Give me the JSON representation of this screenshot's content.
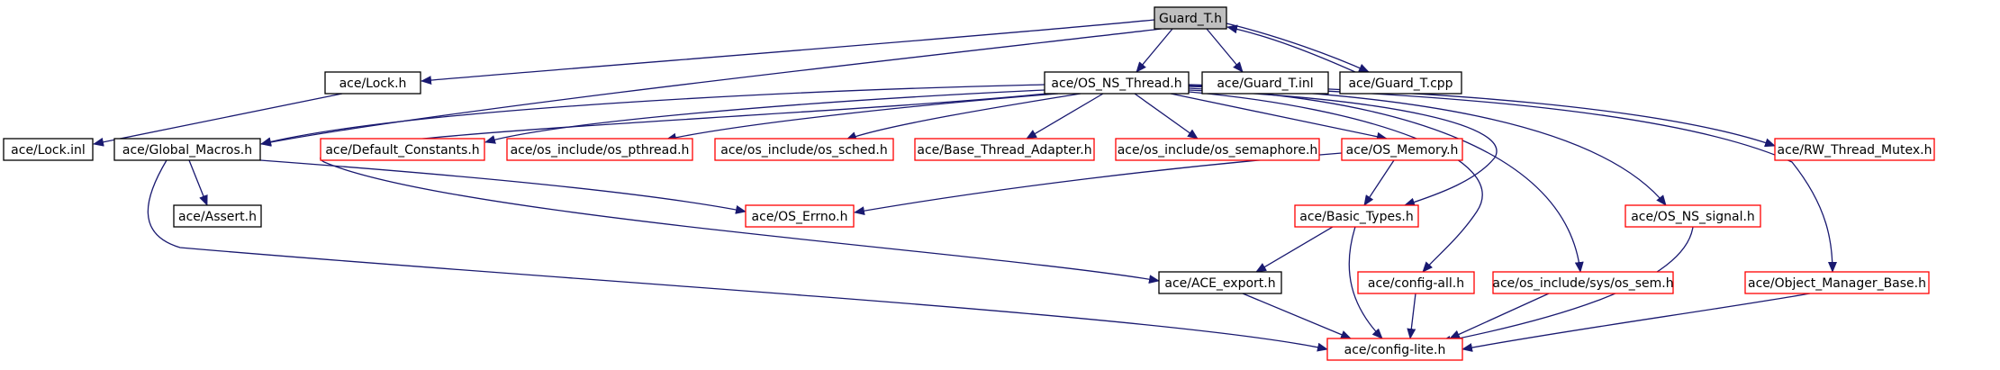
{
  "colors": {
    "edge": "#191970",
    "root_fill": "#bfbfbf",
    "root_border": "#000000",
    "normal_border": "#000000",
    "incomplete_border": "#ff0000",
    "node_fill": "#ffffff"
  },
  "nodes": [
    {
      "id": "guard_t_h",
      "label": "Guard_T.h",
      "style": "root"
    },
    {
      "id": "lock_h",
      "label": "ace/Lock.h",
      "style": "normal"
    },
    {
      "id": "os_ns_thread_h",
      "label": "ace/OS_NS_Thread.h",
      "style": "normal"
    },
    {
      "id": "guard_t_inl",
      "label": "ace/Guard_T.inl",
      "style": "normal"
    },
    {
      "id": "guard_t_cpp",
      "label": "ace/Guard_T.cpp",
      "style": "normal"
    },
    {
      "id": "lock_inl",
      "label": "ace/Lock.inl",
      "style": "normal"
    },
    {
      "id": "global_macros_h",
      "label": "ace/Global_Macros.h",
      "style": "normal"
    },
    {
      "id": "default_constants_h",
      "label": "ace/Default_Constants.h",
      "style": "incomplete"
    },
    {
      "id": "os_pthread_h",
      "label": "ace/os_include/os_pthread.h",
      "style": "incomplete"
    },
    {
      "id": "os_sched_h",
      "label": "ace/os_include/os_sched.h",
      "style": "incomplete"
    },
    {
      "id": "base_thread_adapter_h",
      "label": "ace/Base_Thread_Adapter.h",
      "style": "incomplete"
    },
    {
      "id": "os_semaphore_h",
      "label": "ace/os_include/os_semaphore.h",
      "style": "incomplete"
    },
    {
      "id": "os_memory_h",
      "label": "ace/OS_Memory.h",
      "style": "incomplete"
    },
    {
      "id": "rw_thread_mutex_h",
      "label": "ace/RW_Thread_Mutex.h",
      "style": "incomplete"
    },
    {
      "id": "assert_h",
      "label": "ace/Assert.h",
      "style": "normal"
    },
    {
      "id": "os_errno_h",
      "label": "ace/OS_Errno.h",
      "style": "incomplete"
    },
    {
      "id": "basic_types_h",
      "label": "ace/Basic_Types.h",
      "style": "incomplete"
    },
    {
      "id": "os_ns_signal_h",
      "label": "ace/OS_NS_signal.h",
      "style": "incomplete"
    },
    {
      "id": "ace_export_h",
      "label": "ace/ACE_export.h",
      "style": "normal"
    },
    {
      "id": "config_all_h",
      "label": "ace/config-all.h",
      "style": "incomplete"
    },
    {
      "id": "os_sem_h",
      "label": "ace/os_include/sys/os_sem.h",
      "style": "incomplete"
    },
    {
      "id": "object_manager_base_h",
      "label": "ace/Object_Manager_Base.h",
      "style": "incomplete"
    },
    {
      "id": "config_lite_h",
      "label": "ace/config-lite.h",
      "style": "incomplete"
    }
  ],
  "edges": [
    {
      "from": "guard_t_h",
      "to": "lock_h"
    },
    {
      "from": "guard_t_h",
      "to": "global_macros_h"
    },
    {
      "from": "guard_t_h",
      "to": "os_ns_thread_h"
    },
    {
      "from": "guard_t_h",
      "to": "guard_t_inl"
    },
    {
      "from": "guard_t_h",
      "to": "guard_t_cpp"
    },
    {
      "from": "guard_t_cpp",
      "to": "guard_t_h"
    },
    {
      "from": "lock_h",
      "to": "lock_inl"
    },
    {
      "from": "os_ns_thread_h",
      "to": "global_macros_h"
    },
    {
      "from": "os_ns_thread_h",
      "to": "default_constants_h"
    },
    {
      "from": "os_ns_thread_h",
      "to": "os_pthread_h"
    },
    {
      "from": "os_ns_thread_h",
      "to": "os_sched_h"
    },
    {
      "from": "os_ns_thread_h",
      "to": "base_thread_adapter_h"
    },
    {
      "from": "os_ns_thread_h",
      "to": "os_semaphore_h"
    },
    {
      "from": "os_ns_thread_h",
      "to": "os_memory_h"
    },
    {
      "from": "os_ns_thread_h",
      "to": "rw_thread_mutex_h"
    },
    {
      "from": "os_ns_thread_h",
      "to": "ace_export_h"
    },
    {
      "from": "os_ns_thread_h",
      "to": "basic_types_h"
    },
    {
      "from": "os_ns_thread_h",
      "to": "config_all_h"
    },
    {
      "from": "os_ns_thread_h",
      "to": "os_sem_h"
    },
    {
      "from": "os_ns_thread_h",
      "to": "os_ns_signal_h"
    },
    {
      "from": "os_ns_thread_h",
      "to": "object_manager_base_h"
    },
    {
      "from": "global_macros_h",
      "to": "assert_h"
    },
    {
      "from": "global_macros_h",
      "to": "os_errno_h"
    },
    {
      "from": "global_macros_h",
      "to": "config_lite_h"
    },
    {
      "from": "os_memory_h",
      "to": "os_errno_h"
    },
    {
      "from": "os_memory_h",
      "to": "basic_types_h"
    },
    {
      "from": "basic_types_h",
      "to": "ace_export_h"
    },
    {
      "from": "basic_types_h",
      "to": "config_lite_h"
    },
    {
      "from": "ace_export_h",
      "to": "config_lite_h"
    },
    {
      "from": "config_all_h",
      "to": "config_lite_h"
    },
    {
      "from": "os_sem_h",
      "to": "config_lite_h"
    },
    {
      "from": "os_ns_signal_h",
      "to": "config_lite_h"
    },
    {
      "from": "object_manager_base_h",
      "to": "config_lite_h"
    }
  ]
}
